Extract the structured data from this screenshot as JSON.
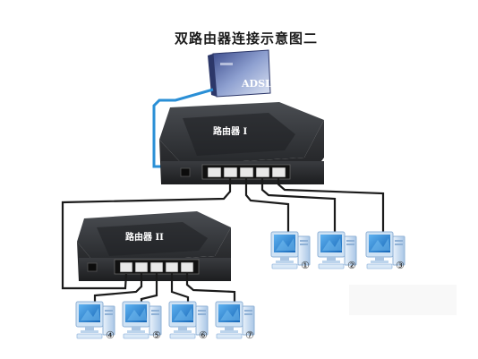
{
  "title": "双路由器连接示意图二",
  "modem": {
    "label": "ADSL",
    "brand_text": ""
  },
  "router1": {
    "label": "路由器 I"
  },
  "router2": {
    "label": "路由器 II"
  },
  "computers": [
    {
      "num": "①",
      "router": "1",
      "port": 2
    },
    {
      "num": "②",
      "router": "1",
      "port": 3
    },
    {
      "num": "③",
      "router": "1",
      "port": 4
    },
    {
      "num": "④",
      "router": "2",
      "port": 1
    },
    {
      "num": "⑤",
      "router": "2",
      "port": 2
    },
    {
      "num": "⑥",
      "router": "2",
      "port": 3
    },
    {
      "num": "⑦",
      "router": "2",
      "port": 4
    }
  ],
  "colors": {
    "router_body": "#2b2d30",
    "router_top": "#3a3d42",
    "cable_modem": "#2a8fd6",
    "cable_lan": "#1a1a1a",
    "modem_face": "#7c8fc0",
    "pc_frame": "#b9d3ec",
    "pc_screen": "#1e86d8"
  }
}
